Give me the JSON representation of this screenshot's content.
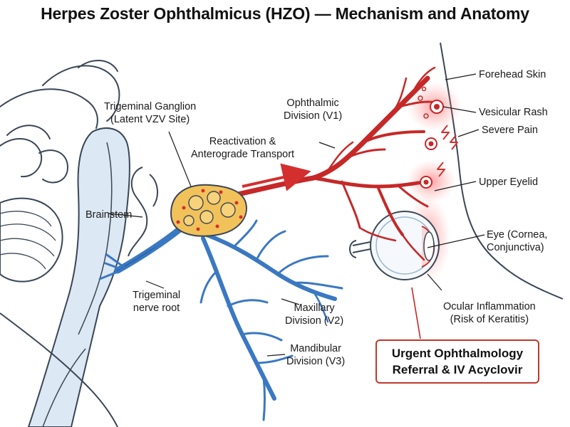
{
  "title": "Herpes Zoster Ophthalmicus (HZO) — Mechanism and Anatomy",
  "labels": {
    "ganglion": [
      "Trigeminal Ganglion",
      "(Latent VZV Site)"
    ],
    "ophthalmic": [
      "Ophthalmic",
      "Division (V1)"
    ],
    "reactivation": [
      "Reactivation &",
      "Anterograde Transport"
    ],
    "brainstem": "Brainstem",
    "nerve_root": [
      "Trigeminal",
      "nerve root"
    ],
    "maxillary": [
      "Maxillary",
      "Division (V2)"
    ],
    "mandibular": [
      "Mandibular",
      "Division (V3)"
    ],
    "forehead": "Forehead Skin",
    "rash": "Vesicular Rash",
    "pain": "Severe Pain",
    "eyelid": "Upper Eyelid",
    "eye": [
      "Eye (Cornea,",
      "Conjunctiva)"
    ],
    "inflammation": [
      "Ocular Inflammation",
      "(Risk of Keratitis)"
    ]
  },
  "alert": [
    "Urgent Ophthalmology",
    "Referral & IV Acyclovir"
  ],
  "colors": {
    "v1_red": "#c62828",
    "v2v3_blue": "#3a78c2",
    "ganglion_fill": "#f2c25a",
    "outline": "#3a4656",
    "brain_fill": "#dce8f4",
    "alert_border": "#c0392b"
  }
}
